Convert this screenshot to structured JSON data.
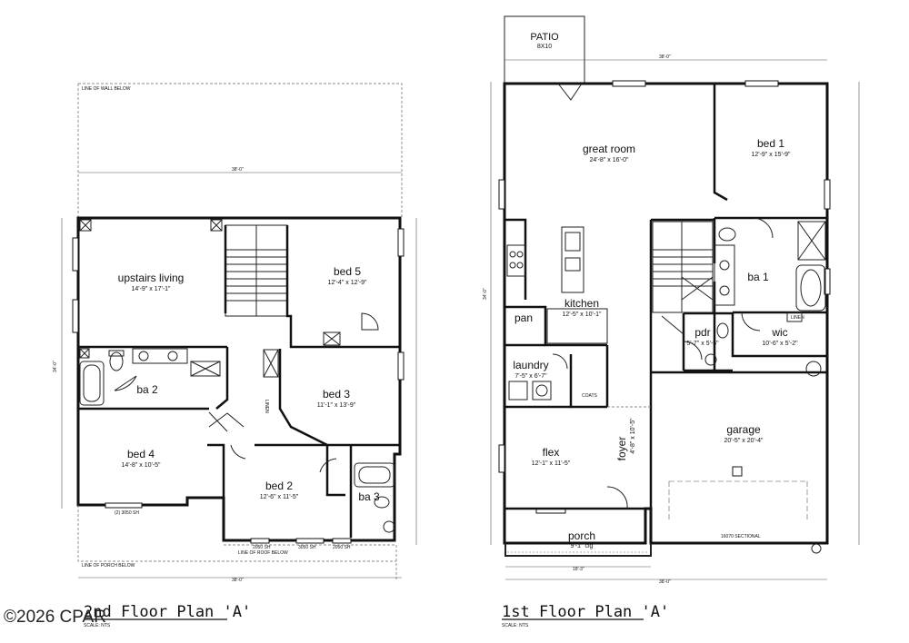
{
  "watermark": "©2026 CPAR",
  "second_floor": {
    "title": "2nd Floor Plan 'A'",
    "scale": "SCALE: NTS",
    "overall_width": "38'-0\"",
    "overall_depth": "34'-0\"",
    "notes": {
      "wall_below": "LINE OF WALL BELOW",
      "roof_below": "LINE OF ROOF BELOW",
      "porch_below": "LINE OF PORCH BELOW"
    },
    "window_tags": {
      "bed4": "(2) 3050 SH",
      "bed2_a": "2050 SH",
      "bed2_b": "3050 SH",
      "bed2_c": "2050 SH"
    },
    "linen": "LINEN",
    "rooms": [
      {
        "name": "upstairs living",
        "dims": "14'-9\" x 17'-1\""
      },
      {
        "name": "bed 5",
        "dims": "12'-4\" x 12'-9\""
      },
      {
        "name": "ba 2",
        "dims": ""
      },
      {
        "name": "bed 3",
        "dims": "11'-1\" x 13'-9\""
      },
      {
        "name": "bed 4",
        "dims": "14'-8\" x 10'-5\""
      },
      {
        "name": "bed 2",
        "dims": "12'-6\" x 11'-5\""
      },
      {
        "name": "ba 3",
        "dims": ""
      }
    ]
  },
  "first_floor": {
    "title": "1st Floor Plan 'A'",
    "scale": "SCALE: NTS",
    "overall_width": "38'-0\"",
    "overall_depth": "34'-0\"",
    "porch_width": "18'-3\"",
    "patio": {
      "name": "PATIO",
      "dims": "8X10"
    },
    "garage_door": "16070 SECTIONAL",
    "coats": "COATS",
    "linen": "LINEN",
    "rooms": [
      {
        "name": "great room",
        "dims": "24'-8\" x 16'-0\""
      },
      {
        "name": "bed 1",
        "dims": "12'-9\" x 15'-9\""
      },
      {
        "name": "kitchen",
        "dims": "12'-5\" x 10'-1\""
      },
      {
        "name": "pan",
        "dims": ""
      },
      {
        "name": "ba 1",
        "dims": ""
      },
      {
        "name": "pdr",
        "dims": "5'-7\" x 5'-5\""
      },
      {
        "name": "wic",
        "dims": "10'-6\" x 5'-2\""
      },
      {
        "name": "laundry",
        "dims": "7'-5\" x 6'-7\""
      },
      {
        "name": "foyer",
        "dims": "4'-8\" x 10'-5\""
      },
      {
        "name": "flex",
        "dims": "12'-1\" x 11'-5\""
      },
      {
        "name": "garage",
        "dims": "20'-5\" x 20'-4\""
      },
      {
        "name": "porch",
        "dims": "9'-1\" clg"
      }
    ]
  }
}
